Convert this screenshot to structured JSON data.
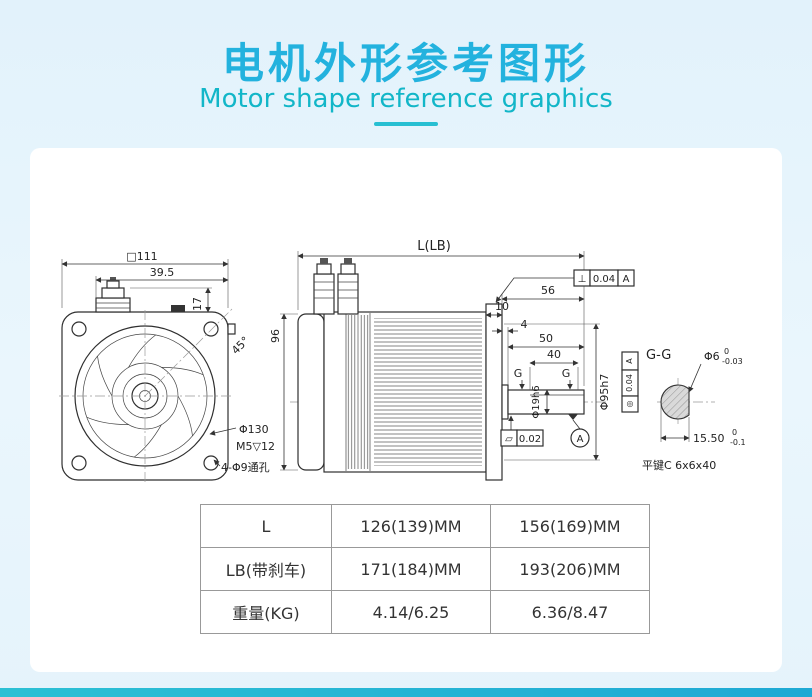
{
  "theme": {
    "title_color": "#23b2de",
    "subtitle_color": "#12b6c8",
    "accent_bar_color": "#27bfd2"
  },
  "header": {
    "title_zh": "电机外形参考图形",
    "title_en": "Motor shape reference graphics"
  },
  "drawing": {
    "front": {
      "dim_width": "□111",
      "dim_39_5": "39.5",
      "dim_17": "17",
      "dim_45": "45°",
      "dim_phi130": "Φ130",
      "dim_m5": "M5▽12",
      "dim_holes": "4-Φ9通孔"
    },
    "side": {
      "dim_total": "L(LB)",
      "dim_96": "96",
      "dim_10": "10",
      "dim_56": "56",
      "dim_4": "4",
      "dim_50": "50",
      "dim_40": "40",
      "g1": "G",
      "g2": "G",
      "dim_shaft": "Φ19h6",
      "dim_pilot": "Φ95h7",
      "tol_perp_symbol": "⊥",
      "tol_perp_value": "0.04",
      "tol_perp_datum": "A",
      "tol_flat_symbol": "▱",
      "tol_flat_value": "0.02",
      "tol_conc_symbol": "◎",
      "tol_conc_value": "0.04",
      "tol_conc_datum": "A",
      "datum_a": "A"
    },
    "section": {
      "label": "G-G",
      "dim_phi6": "Φ6",
      "tol_upper": "0",
      "tol_lower": "-0.03",
      "dim_width": "15.50",
      "width_tol_upper": "0",
      "width_tol_lower": "-0.1",
      "key_note": "平键C 6x6x40"
    }
  },
  "table": {
    "rows": [
      {
        "label": "L",
        "v1": "126(139)MM",
        "v2": "156(169)MM"
      },
      {
        "label": "LB(带刹车)",
        "v1": "171(184)MM",
        "v2": "193(206)MM"
      },
      {
        "label": "重量(KG)",
        "v1": "4.14/6.25",
        "v2": "6.36/8.47"
      }
    ]
  }
}
